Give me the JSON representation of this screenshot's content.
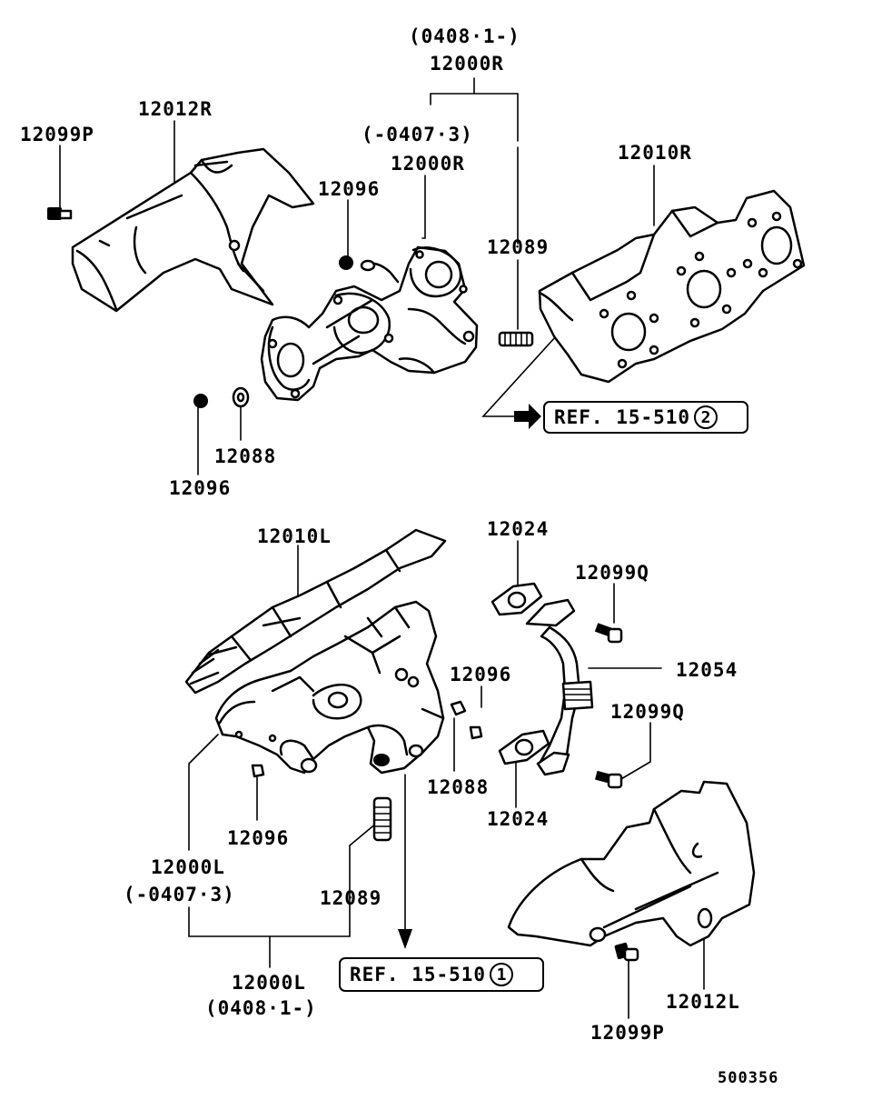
{
  "labels": {
    "top_r_date_new": "(0408·1-)",
    "top_r_manifold_new": "12000R",
    "top_r_date_old": "(-0407·3)",
    "top_r_manifold_old": "12000R",
    "bolt_12099p_top": "12099P",
    "cover_12012r": "12012R",
    "nut_12096_top": "12096",
    "stud_12089_top": "12089",
    "gasket_12010r": "12010R",
    "washer_12088_top": "12088",
    "nut_12096_bottom_top": "12096",
    "gasket_12010l": "12010L",
    "gasket_12024_top": "12024",
    "bolt_12099q_top": "12099Q",
    "nut_12096_mid": "12096",
    "pipe_12054": "12054",
    "bolt_12099q_bottom": "12099Q",
    "washer_12088_bottom": "12088",
    "gasket_12024_bottom": "12024",
    "nut_12096_lower": "12096",
    "manifold_12000l_old": "12000L",
    "date_12000l_old": "(-0407·3)",
    "stud_12089_bottom": "12089",
    "manifold_12000l_new": "12000L",
    "date_12000l_new": "(0408·1-)",
    "cover_12012l": "12012L",
    "bolt_12099p_bottom": "12099P"
  },
  "refs": {
    "ref_top": {
      "text": "REF. 15-510",
      "num": "2"
    },
    "ref_bottom": {
      "text": "REF. 15-510",
      "num": "1"
    }
  },
  "diagram_code": "500356"
}
